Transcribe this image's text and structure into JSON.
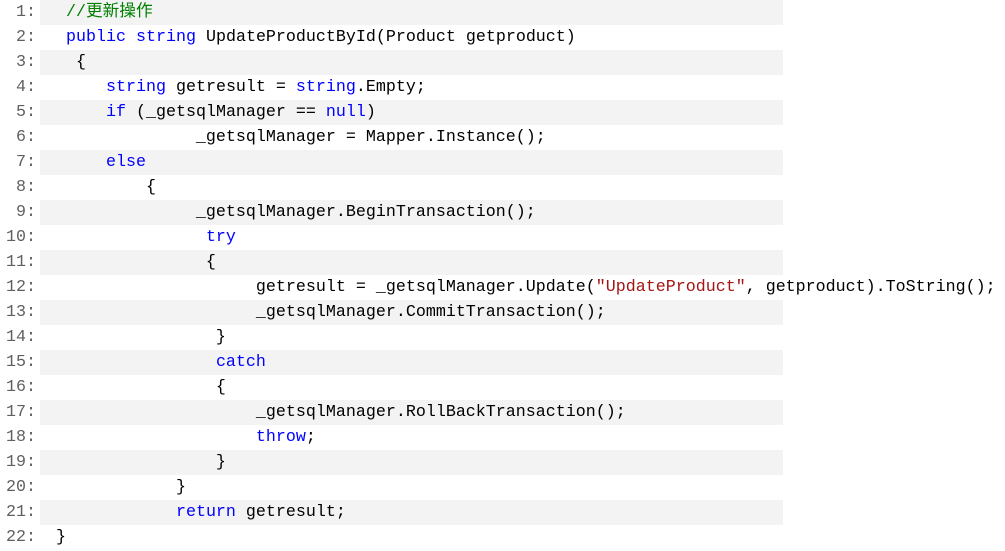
{
  "colors": {
    "plain": "#000000",
    "kw": "#0000ff",
    "comment": "#008000",
    "str": "#a31515",
    "line_number": "#606060",
    "alt_row_background": "#f3f3f3"
  },
  "lines": [
    {
      "num": "1:",
      "tokens": [
        {
          "k": "plain",
          "t": " "
        },
        {
          "k": "comment",
          "t": "//更新操作"
        }
      ]
    },
    {
      "num": "2:",
      "tokens": [
        {
          "k": "plain",
          "t": " "
        },
        {
          "k": "kw",
          "t": "public"
        },
        {
          "k": "plain",
          "t": " "
        },
        {
          "k": "kw",
          "t": "string"
        },
        {
          "k": "plain",
          "t": " UpdateProductById(Product getproduct)"
        }
      ]
    },
    {
      "num": "3:",
      "tokens": [
        {
          "k": "plain",
          "t": "  {"
        }
      ]
    },
    {
      "num": "4:",
      "tokens": [
        {
          "k": "plain",
          "t": "     "
        },
        {
          "k": "kw",
          "t": "string"
        },
        {
          "k": "plain",
          "t": " getresult = "
        },
        {
          "k": "kw",
          "t": "string"
        },
        {
          "k": "plain",
          "t": ".Empty;"
        }
      ]
    },
    {
      "num": "5:",
      "tokens": [
        {
          "k": "plain",
          "t": "     "
        },
        {
          "k": "kw",
          "t": "if"
        },
        {
          "k": "plain",
          "t": " (_getsqlManager == "
        },
        {
          "k": "kw",
          "t": "null"
        },
        {
          "k": "plain",
          "t": ")"
        }
      ]
    },
    {
      "num": "6:",
      "tokens": [
        {
          "k": "plain",
          "t": "              _getsqlManager = Mapper.Instance();"
        }
      ]
    },
    {
      "num": "7:",
      "tokens": [
        {
          "k": "plain",
          "t": "     "
        },
        {
          "k": "kw",
          "t": "else"
        }
      ]
    },
    {
      "num": "8:",
      "tokens": [
        {
          "k": "plain",
          "t": "         {"
        }
      ]
    },
    {
      "num": "9:",
      "tokens": [
        {
          "k": "plain",
          "t": "              _getsqlManager.BeginTransaction();"
        }
      ]
    },
    {
      "num": "10:",
      "tokens": [
        {
          "k": "plain",
          "t": "               "
        },
        {
          "k": "kw",
          "t": "try"
        }
      ]
    },
    {
      "num": "11:",
      "tokens": [
        {
          "k": "plain",
          "t": "               {"
        }
      ]
    },
    {
      "num": "12:",
      "tokens": [
        {
          "k": "plain",
          "t": "                    getresult = _getsqlManager.Update("
        },
        {
          "k": "str",
          "t": "\"UpdateProduct\""
        },
        {
          "k": "plain",
          "t": ", getproduct).ToString();"
        }
      ]
    },
    {
      "num": "13:",
      "tokens": [
        {
          "k": "plain",
          "t": "                    _getsqlManager.CommitTransaction();"
        }
      ]
    },
    {
      "num": "14:",
      "tokens": [
        {
          "k": "plain",
          "t": "                }"
        }
      ]
    },
    {
      "num": "15:",
      "tokens": [
        {
          "k": "plain",
          "t": "                "
        },
        {
          "k": "kw",
          "t": "catch"
        }
      ]
    },
    {
      "num": "16:",
      "tokens": [
        {
          "k": "plain",
          "t": "                {"
        }
      ]
    },
    {
      "num": "17:",
      "tokens": [
        {
          "k": "plain",
          "t": "                    _getsqlManager.RollBackTransaction();"
        }
      ]
    },
    {
      "num": "18:",
      "tokens": [
        {
          "k": "plain",
          "t": "                    "
        },
        {
          "k": "kw",
          "t": "throw"
        },
        {
          "k": "plain",
          "t": ";"
        }
      ]
    },
    {
      "num": "19:",
      "tokens": [
        {
          "k": "plain",
          "t": "                }"
        }
      ]
    },
    {
      "num": "20:",
      "tokens": [
        {
          "k": "plain",
          "t": "            }"
        }
      ]
    },
    {
      "num": "21:",
      "tokens": [
        {
          "k": "plain",
          "t": "            "
        },
        {
          "k": "kw",
          "t": "return"
        },
        {
          "k": "plain",
          "t": " getresult;"
        }
      ]
    },
    {
      "num": "22:",
      "tokens": [
        {
          "k": "plain",
          "t": "}"
        }
      ]
    }
  ]
}
